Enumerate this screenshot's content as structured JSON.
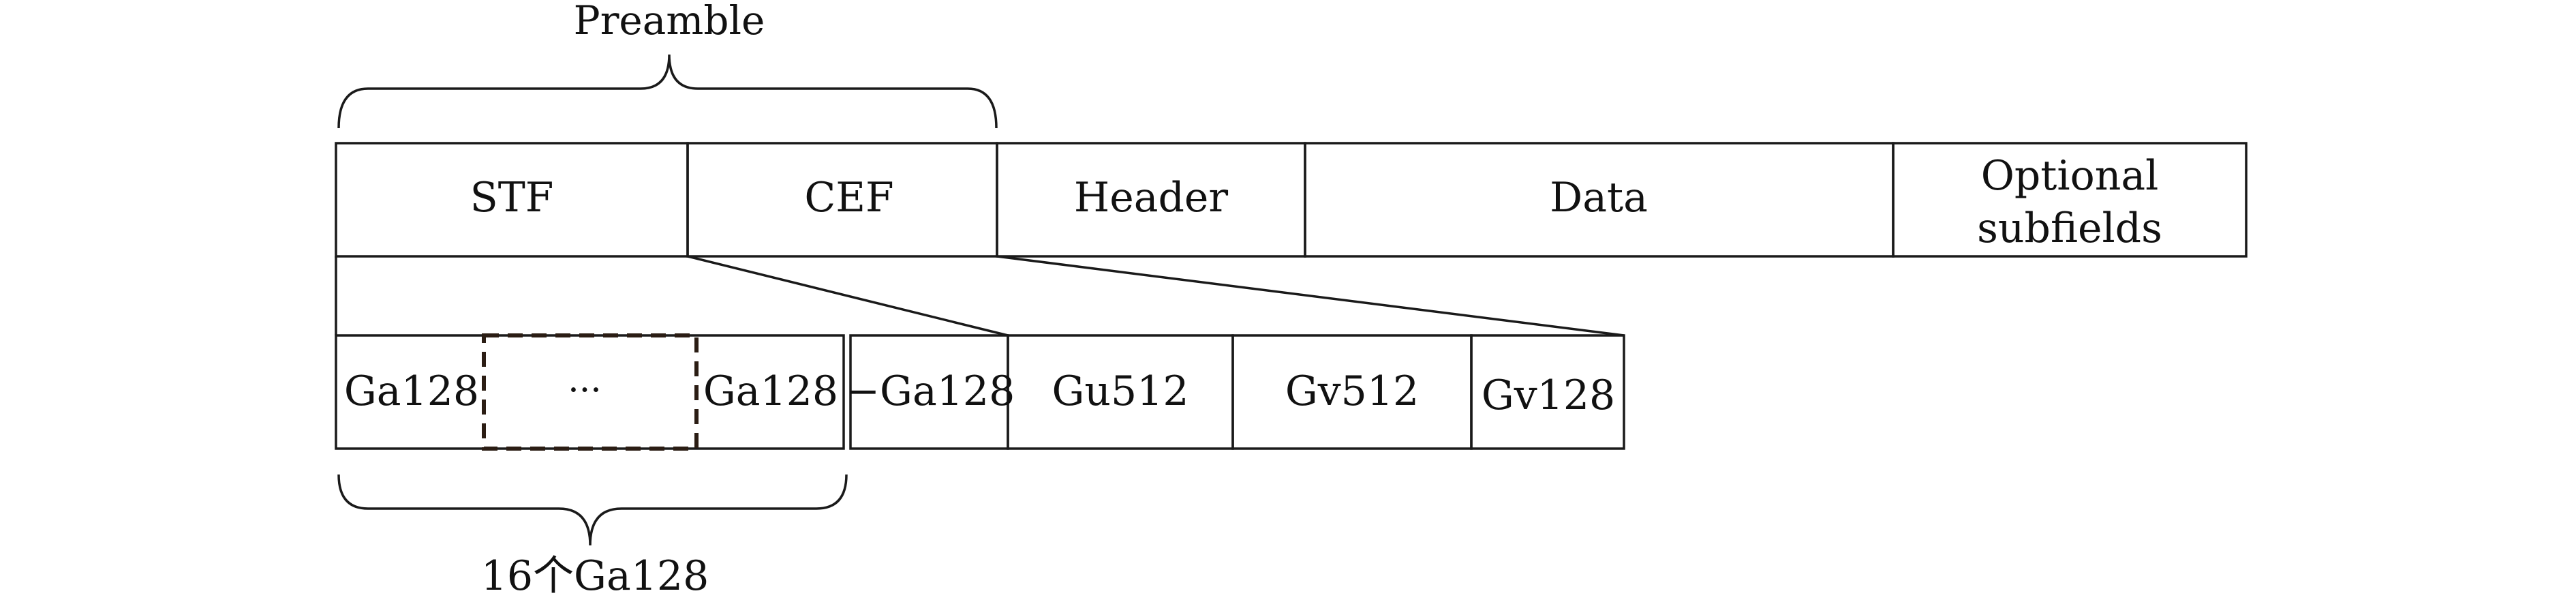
{
  "preamble_label": "Preamble",
  "frame_fields": {
    "stf": "STF",
    "cef": "CEF",
    "header": "Header",
    "data": "Data",
    "optional_line1": "Optional",
    "optional_line2": "subfields"
  },
  "stf_sequence": {
    "first": "Ga128",
    "ellipsis": "···",
    "last": "Ga128",
    "count_label": "16个Ga128"
  },
  "cef_sequence": {
    "neg_ga128": "−Ga128",
    "gu512": "Gu512",
    "gv512": "Gv512",
    "gv128": "Gv128"
  },
  "colors": {
    "line": "#1a1a1a",
    "dashed_box": "#2b1d14",
    "background": "#ffffff"
  }
}
